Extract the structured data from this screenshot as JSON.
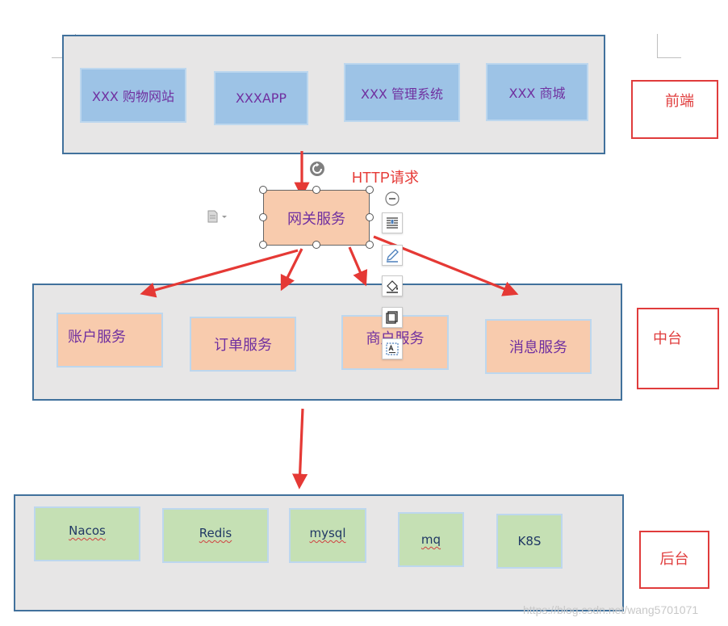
{
  "frontend": {
    "label": "前端",
    "boxes": [
      "XXX 购物网站",
      "XXXAPP",
      "XXX 管理系统",
      "XXX 商城"
    ]
  },
  "gateway": {
    "label": "网关服务",
    "request_label": "HTTP请求"
  },
  "middle": {
    "label": "中台",
    "boxes": [
      "账户服务",
      "订单服务",
      "商户服务",
      "消息服务"
    ]
  },
  "backend": {
    "label": "后台",
    "boxes": [
      "Nacos",
      "Redis",
      "mysql",
      "mq",
      "K8S"
    ]
  },
  "watermark": "https://blog.csdn.net/wang5701071",
  "colors": {
    "arrow": "#e53935",
    "layer_fill": "#e7e6e6",
    "layer_border": "#41719c",
    "front_box": "#9dc3e6",
    "mid_box": "#f8cbad",
    "back_box": "#c5e0b4",
    "tag_border": "#e03c3c"
  },
  "icons": [
    "rotate-icon",
    "minus-circle-icon",
    "text-wrap-icon",
    "pen-icon",
    "fill-icon",
    "outline-icon",
    "text-box-icon",
    "document-icon"
  ]
}
